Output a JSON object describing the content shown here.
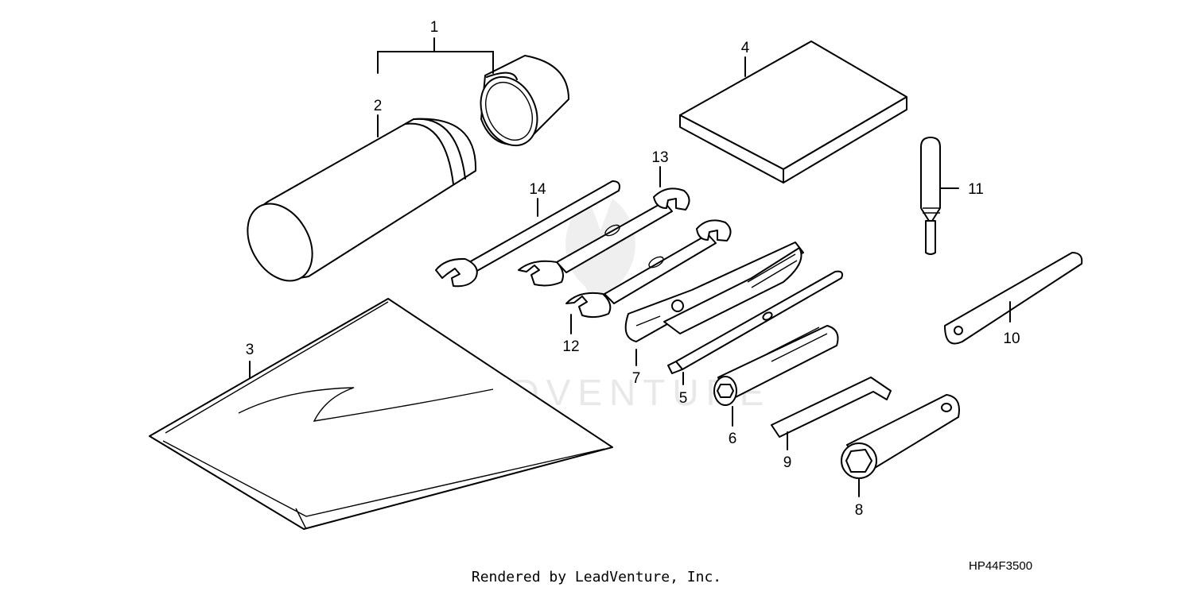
{
  "callouts": [
    "1",
    "2",
    "3",
    "4",
    "5",
    "6",
    "7",
    "8",
    "9",
    "10",
    "11",
    "12",
    "13",
    "14"
  ],
  "watermark": "LEADVENTURE",
  "diagram_code": "HP44F3500",
  "footer": "Rendered by LeadVenture, Inc."
}
